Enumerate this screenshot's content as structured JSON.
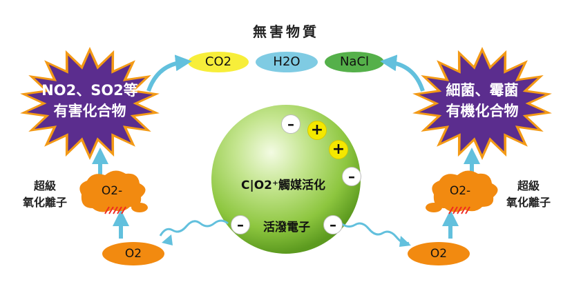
{
  "title": "無害物質",
  "products": [
    "CO2",
    "H2O",
    "NaCl"
  ],
  "left_pollutant": {
    "line1": "NO2、SO2等",
    "line2": "有害化合物"
  },
  "right_pollutant": {
    "line1": "細菌、霉菌",
    "line2": "有機化合物"
  },
  "ion_label": {
    "line1": "超級",
    "line2": "氧化離子"
  },
  "oxygen": "O2",
  "superoxide": "O2-",
  "sphere": {
    "catalyst": "C|O2⁺觸媒活化",
    "electrons": "活潑電子"
  },
  "signs": {
    "plus": "+",
    "minus": "–"
  },
  "colors": {
    "co2_fill": "#f7ee3a",
    "h2o_fill": "#7fcbe3",
    "nacl_fill": "#55b04a",
    "star_fill": "#5b2d8e",
    "star_border": "#f39a16",
    "orange": "#f28a10",
    "arrow": "#62c0dd",
    "sphere": "#8dc63f"
  }
}
